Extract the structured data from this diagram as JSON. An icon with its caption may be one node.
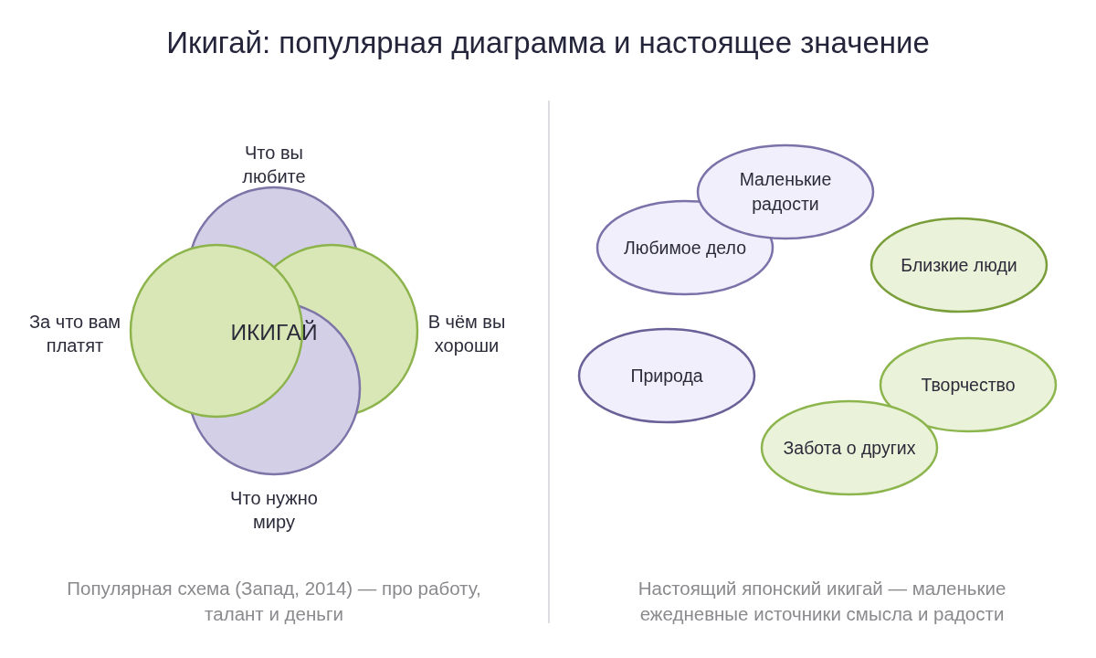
{
  "diagram": {
    "title": "Икигай: популярная диаграмма и настоящее значение",
    "nodes": [
      {
        "text": [
          "Что вы любите"
        ]
      },
      {
        "text": [
          "За что вам платят"
        ]
      },
      {
        "text": [
          "В чём вы хороши"
        ]
      },
      {
        "text": [
          "Что нужно миру"
        ]
      },
      {
        "text": [
          "Маленькие радости"
        ]
      },
      {
        "text": [
          "Любимое дело"
        ]
      },
      {
        "text": [
          "Близкие люди"
        ]
      },
      {
        "text": [
          "Природа"
        ]
      },
      {
        "text": [
          "Творчество"
        ]
      },
      {
        "text": [
          "Забота о других"
        ]
      }
    ],
    "labels": [
      "ИКИГАЙ",
      "Популярная схема (Запад, 2014) — про работу, талант и деньги",
      "Настоящий японский икигай — маленькие ежедневные источники смысла и радости"
    ]
  }
}
